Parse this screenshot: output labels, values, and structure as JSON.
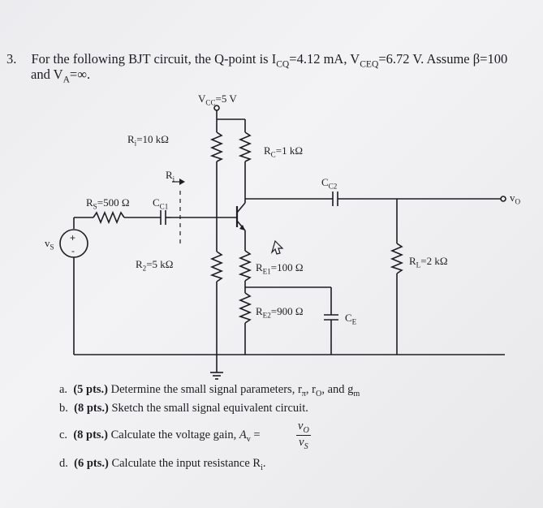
{
  "problem": {
    "number": "3.",
    "line1": "For the following BJT circuit, the Q-point is I",
    "icq_sub": "CQ",
    "icq_val": "=4.12 mA, V",
    "vceq_sub": "CEQ",
    "vceq_val": "=6.72 V. Assume β=100",
    "line2": "and V",
    "va_sub": "A",
    "va_val": "=∞."
  },
  "circuit": {
    "vcc": "V",
    "vcc_sub": "CC",
    "vcc_val": "=5 V",
    "ri": "R",
    "ri_sub": "i",
    "ri_val": "=10 kΩ",
    "rc": "R",
    "rc_sub": "C",
    "rc_val": "=1 kΩ",
    "ri_arrow": "R",
    "ri_arrow_sub": "i",
    "cc2": "C",
    "cc2_sub": "C2",
    "rs": "R",
    "rs_sub": "S",
    "rs_val": "=500 Ω",
    "cc1": "C",
    "cc1_sub": "C1",
    "vo": "v",
    "vo_sub": "O",
    "vs": "v",
    "vs_sub": "S",
    "r2": "R",
    "r2_sub": "2",
    "r2_val": "=5 kΩ",
    "re1": "R",
    "re1_sub": "E1",
    "re1_val": "=100 Ω",
    "rl": "R",
    "rl_sub": "L",
    "rl_val": "=2 kΩ",
    "re2": "R",
    "re2_sub": "E2",
    "re2_val": "=900 Ω",
    "ce": "C",
    "ce_sub": "E"
  },
  "parts": {
    "a_letter": "a.",
    "a_pts": "(5 pts.)",
    "a_text": "Determine the small signal parameters, r",
    "a_rpi_sub": "π",
    "a_mid": ", r",
    "a_ro_sub": "O",
    "a_end": ", and g",
    "a_gm_sub": "m",
    "b_letter": "b.",
    "b_pts": "(8 pts.)",
    "b_text": "Sketch the small signal equivalent circuit.",
    "c_letter": "c.",
    "c_pts": "(8 pts.)",
    "c_text": "Calculate the voltage gain,",
    "c_av": "A",
    "c_av_sub": "v",
    "c_eq": "=",
    "c_num": "v",
    "c_num_sub": "O",
    "c_den": "v",
    "c_den_sub": "S",
    "d_letter": "d.",
    "d_pts": "(6 pts.)",
    "d_text": "Calculate the input resistance R",
    "d_sub": "i",
    "d_end": "."
  }
}
